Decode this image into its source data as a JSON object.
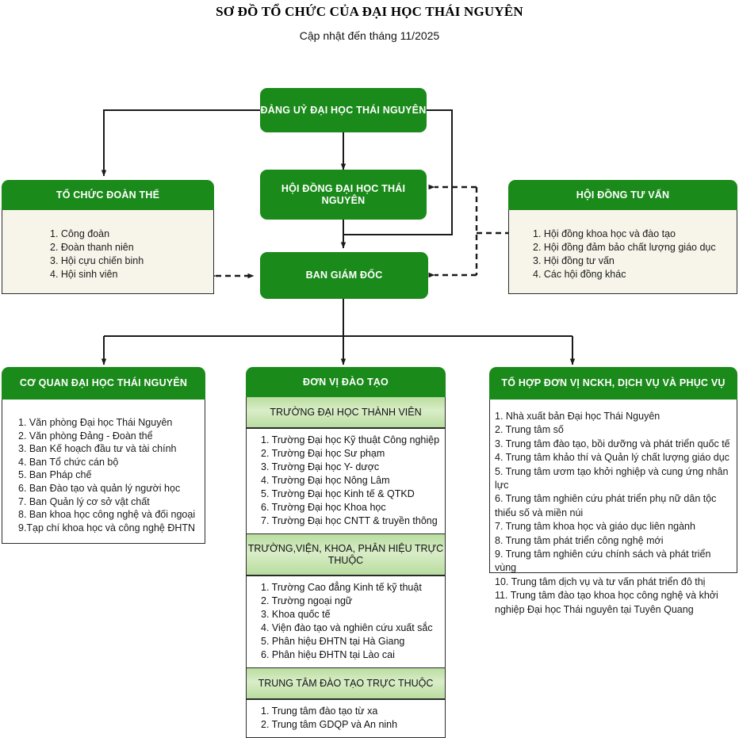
{
  "page": {
    "title": "SƠ ĐỒ TỔ CHỨC CỦA ĐẠI HỌC THÁI NGUYÊN",
    "subtitle": "Cập nhật đến tháng 11/2025"
  },
  "colors": {
    "header_green": "#1a8a1a",
    "subheader_green_light": "#d9edc8",
    "body_cream": "#f7f5ea",
    "body_white": "#ffffff",
    "line": "#1a1a1a",
    "text_on_green": "#ffffff"
  },
  "nodes": {
    "party_committee": {
      "title": "ĐẢNG UỶ ĐẠI HỌC THÁI NGUYÊN"
    },
    "university_council": {
      "title": "HỘI ĐỒNG ĐẠI HỌC THÁI NGUYÊN"
    },
    "board_of_directors": {
      "title": "BAN GIÁM ĐỐC"
    },
    "mass_organizations": {
      "title": "TỔ CHỨC ĐOÀN THỂ",
      "items": [
        "1. Công đoàn",
        "2. Đoàn thanh niên",
        "3. Hội cựu chiến binh",
        "4. Hội sinh viên"
      ]
    },
    "advisory_council": {
      "title": "HỘI ĐỒNG TƯ VẤN",
      "items": [
        "1. Hội đồng khoa học và đào tạo",
        "2. Hội đồng đảm bảo chất lượng giáo dục",
        "3. Hội đồng tư vấn",
        "4. Các hội đồng khác"
      ]
    },
    "agency": {
      "title": "CƠ QUAN ĐẠI HỌC THÁI NGUYÊN",
      "items": [
        "1. Văn phòng Đại học Thái Nguyên",
        "2. Văn phòng Đảng - Đoàn thể",
        "3. Ban Kế hoạch đầu tư và tài chính",
        "4. Ban Tổ chức cán bộ",
        "5. Ban Pháp chế",
        "6. Ban Đào tạo và quản lý người học",
        "7. Ban Quản lý cơ sở vật chất",
        "8. Ban khoa học công nghệ và đối ngoại",
        "9.Tạp chí khoa học và công nghệ ĐHTN"
      ]
    },
    "training_units": {
      "title": "ĐƠN VỊ ĐÀO TẠO",
      "groups": [
        {
          "subtitle": "TRƯỜNG ĐẠI HỌC THÀNH VIÊN",
          "items": [
            "1. Trường Đại học Kỹ thuật Công nghiệp",
            "2. Trường Đại học Sư phạm",
            "3. Trường Đại học Y- dược",
            "4. Trường Đại học Nông Lâm",
            "5. Trường Đại học Kinh tế & QTKD",
            "6. Trường Đại học Khoa học",
            "7. Trường Đại học CNTT & truyền thông"
          ]
        },
        {
          "subtitle": "TRƯỜNG,VIỆN, KHOA, PHÂN HIỆU TRỰC THUỘC",
          "items": [
            "1. Trường Cao đẳng Kinh tế kỹ thuật",
            "2. Trường ngoại ngữ",
            "3. Khoa quốc tế",
            "4. Viện đào tạo và nghiên cứu xuất sắc",
            "5. Phân hiệu ĐHTN tại Hà Giang",
            "6. Phân hiệu ĐHTN tại Lào cai"
          ]
        },
        {
          "subtitle": "TRUNG TÂM ĐÀO TẠO TRỰC THUỘC",
          "items": [
            "1. Trung tâm đào tạo từ xa",
            "2. Trung tâm GDQP và An ninh"
          ]
        }
      ]
    },
    "research_service_units": {
      "title": "TỔ HỢP ĐƠN VỊ  NCKH, DỊCH VỤ VÀ PHỤC VỤ",
      "items": [
        "1. Nhà xuất bản Đại học Thái Nguyên",
        "2. Trung tâm số",
        "3. Trung tâm đào tạo, bồi dưỡng và phát triển quốc tế",
        "4. Trung tâm khảo thí và Quản lý chất lượng giáo dục",
        "5. Trung tâm ươm tạo khởi nghiệp và cung ứng nhân lực",
        "6. Trung tâm nghiên cứu phát triển phụ nữ dân tộc thiểu số và miền núi",
        "7. Trung tâm khoa học và giáo dục liên ngành",
        "8. Trung tâm phát triển công nghệ mới",
        "9. Trung tâm nghiên cứu chính sách và phát triển vùng",
        "10. Trung tâm dịch vụ và tư vấn phát triển đô thị",
        "11. Trung tâm đào tạo khoa học công nghệ và khởi nghiệp Đại học Thái nguyên tại Tuyên Quang"
      ]
    }
  },
  "connectors": [
    {
      "name": "party-to-mass-organizations",
      "style": "solid",
      "arrow": "single"
    },
    {
      "name": "party-to-university-council",
      "style": "solid",
      "arrow": "single"
    },
    {
      "name": "party-to-board-of-directors",
      "style": "solid",
      "arrow": "single"
    },
    {
      "name": "university-council-to-board-of-directors",
      "style": "solid",
      "arrow": "single"
    },
    {
      "name": "advisory-to-university-council",
      "style": "dashed",
      "arrow": "single"
    },
    {
      "name": "advisory-to-board-of-directors",
      "style": "dashed",
      "arrow": "single"
    },
    {
      "name": "mass-organizations-to-board-of-directors",
      "style": "dashed",
      "arrow": "double"
    },
    {
      "name": "board-to-agency",
      "style": "solid",
      "arrow": "single"
    },
    {
      "name": "board-to-training-units",
      "style": "solid",
      "arrow": "single"
    },
    {
      "name": "board-to-research-service-units",
      "style": "solid",
      "arrow": "single"
    }
  ]
}
